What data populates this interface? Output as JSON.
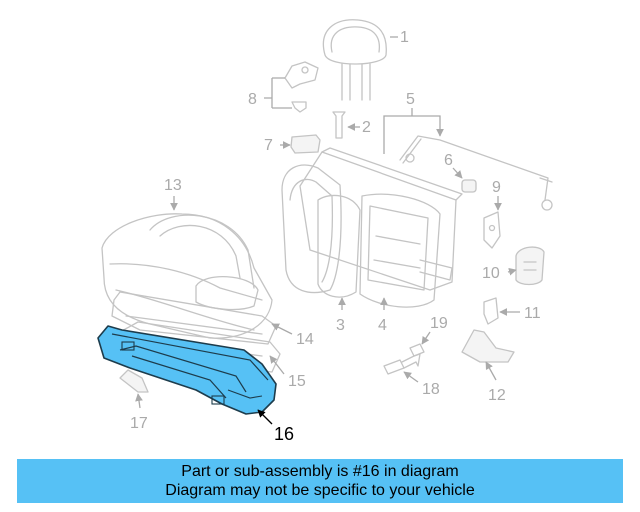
{
  "diagram": {
    "highlight_color": "#56c1f5",
    "highlighted_part": "16",
    "callouts": {
      "c1": "1",
      "c2": "2",
      "c3": "3",
      "c4": "4",
      "c5": "5",
      "c6": "6",
      "c7": "7",
      "c8": "8",
      "c9": "9",
      "c10": "10",
      "c11": "11",
      "c12": "12",
      "c13": "13",
      "c14": "14",
      "c15": "15",
      "c16": "16",
      "c17": "17",
      "c18": "18",
      "c19": "19"
    }
  },
  "banner": {
    "line1": "Part or sub-assembly is #16 in diagram",
    "line2": "Diagram may not be specific to your vehicle",
    "color": "#56c1f5"
  }
}
